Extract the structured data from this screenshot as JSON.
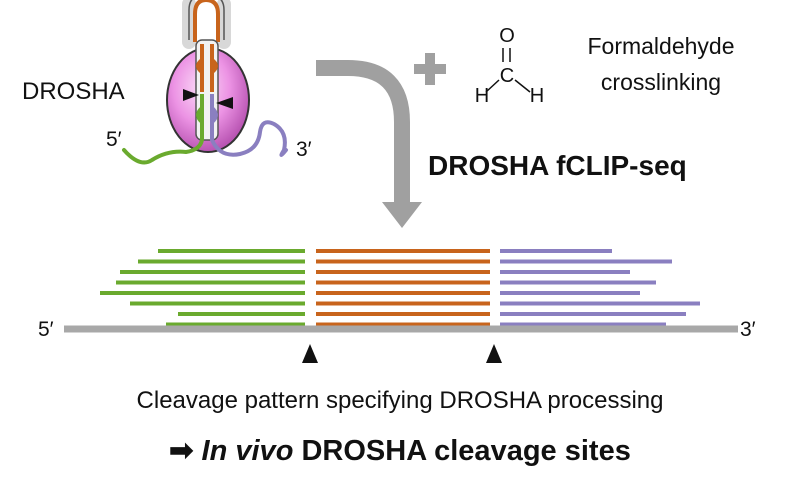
{
  "figure": {
    "protein_label": "DROSHA",
    "top_end_5": "5′",
    "top_end_3": "3′",
    "plus_symbol": "+",
    "formaldehyde": {
      "atom_O": "O",
      "atom_C": "C",
      "atom_H_left": "H",
      "atom_H_right": "H",
      "label_line1": "Formaldehyde",
      "label_line2": "crosslinking"
    },
    "method_label": "DROSHA fCLIP-seq",
    "bottom_end_5": "5′",
    "bottom_end_3": "3′",
    "pattern_label": "Cleavage pattern specifying DROSHA processing",
    "conclusion": {
      "arrow": "➡",
      "italic_part": "In vivo",
      "rest": "DROSHA cleavage sites"
    }
  },
  "colors": {
    "five_prime_reads": "#6aaa2e",
    "mature_reads": "#c8641c",
    "three_prime_reads": "#8a7fc0",
    "genome_line": "#a8a8a8",
    "arrow": "#a0a0a0",
    "drosha_body": "#e58adf",
    "text": "#111111"
  },
  "icons": [
    "curved-arrow-icon",
    "plus-icon",
    "cleavage-arrowhead-icon",
    "right-arrow-icon"
  ]
}
